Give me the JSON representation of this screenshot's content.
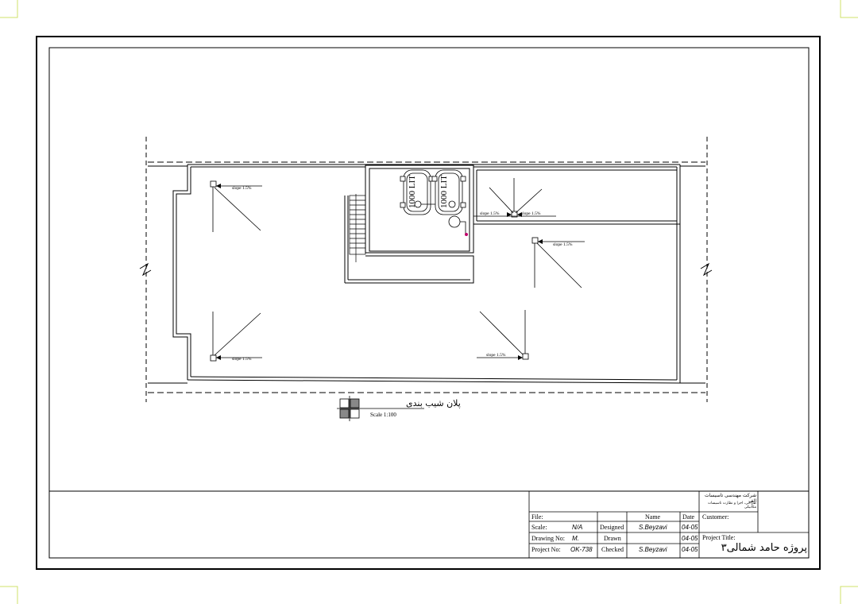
{
  "plan": {
    "title": "پلان شیب بندی",
    "scale": "Scale 1:100",
    "tank_label": "1000 LIT",
    "slope_label": "slope 1.5%"
  },
  "title_block": {
    "company": "شرکت مهندسی تاسیسات الف",
    "company_sub": "طراحی، اجرا و نظارت تاسیسات مکانیکی",
    "file_label": "File:",
    "name_header": "Name",
    "date_header": "Date",
    "customer_label": "Customer:",
    "scale_label": "Scale:",
    "scale_value": "N/A",
    "designed_label": "Designed",
    "designed_name": "S.Beyzavi",
    "designed_date": "04-05",
    "drawing_no_label": "Drawing No:",
    "drawing_no_value": "M.",
    "drawn_label": "Drawn",
    "drawn_date": "04-05",
    "project_title_label": "Project Title:",
    "project_no_label": "Project No:",
    "project_no_value": "OK-738",
    "checked_label": "Checked",
    "checked_name": "S.Beyzavi",
    "checked_date": "04-05",
    "project_title": "پروژه حامد شمالی۳"
  },
  "colors": {
    "line": "#000000",
    "marker": "#c0006a",
    "corner": "#cfe06a"
  }
}
